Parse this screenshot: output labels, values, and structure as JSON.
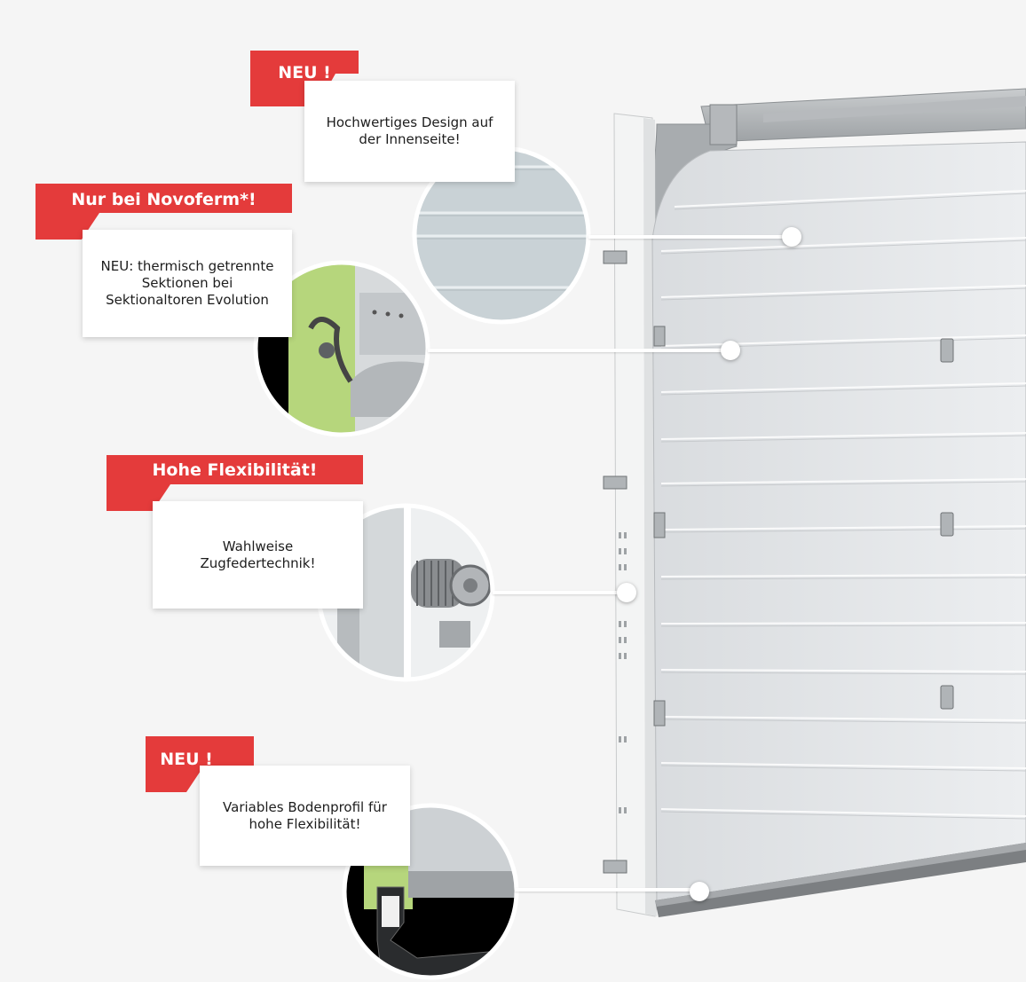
{
  "callouts": [
    {
      "badge": "NEU !",
      "text": "Hochwertiges Design auf der Innenseite!"
    },
    {
      "badge": "Nur bei Novoferm*!",
      "text": "NEU: thermisch getrennte Sektionen bei Sektionaltoren Evolution"
    },
    {
      "badge": "Hohe Flexibilität!",
      "text": "Wahlweise Zugfedertechnik!"
    },
    {
      "badge": "NEU !",
      "text": "Variables Bodenprofil für hohe Flexibilität!"
    }
  ],
  "colors": {
    "badge_red": "#e43b3b",
    "badge_red_dark": "#c72f2f",
    "background": "#f5f5f5",
    "door_panel": "#e6e8ea",
    "frame": "#f2f3f3",
    "insulation_green": "#b6d67c"
  }
}
